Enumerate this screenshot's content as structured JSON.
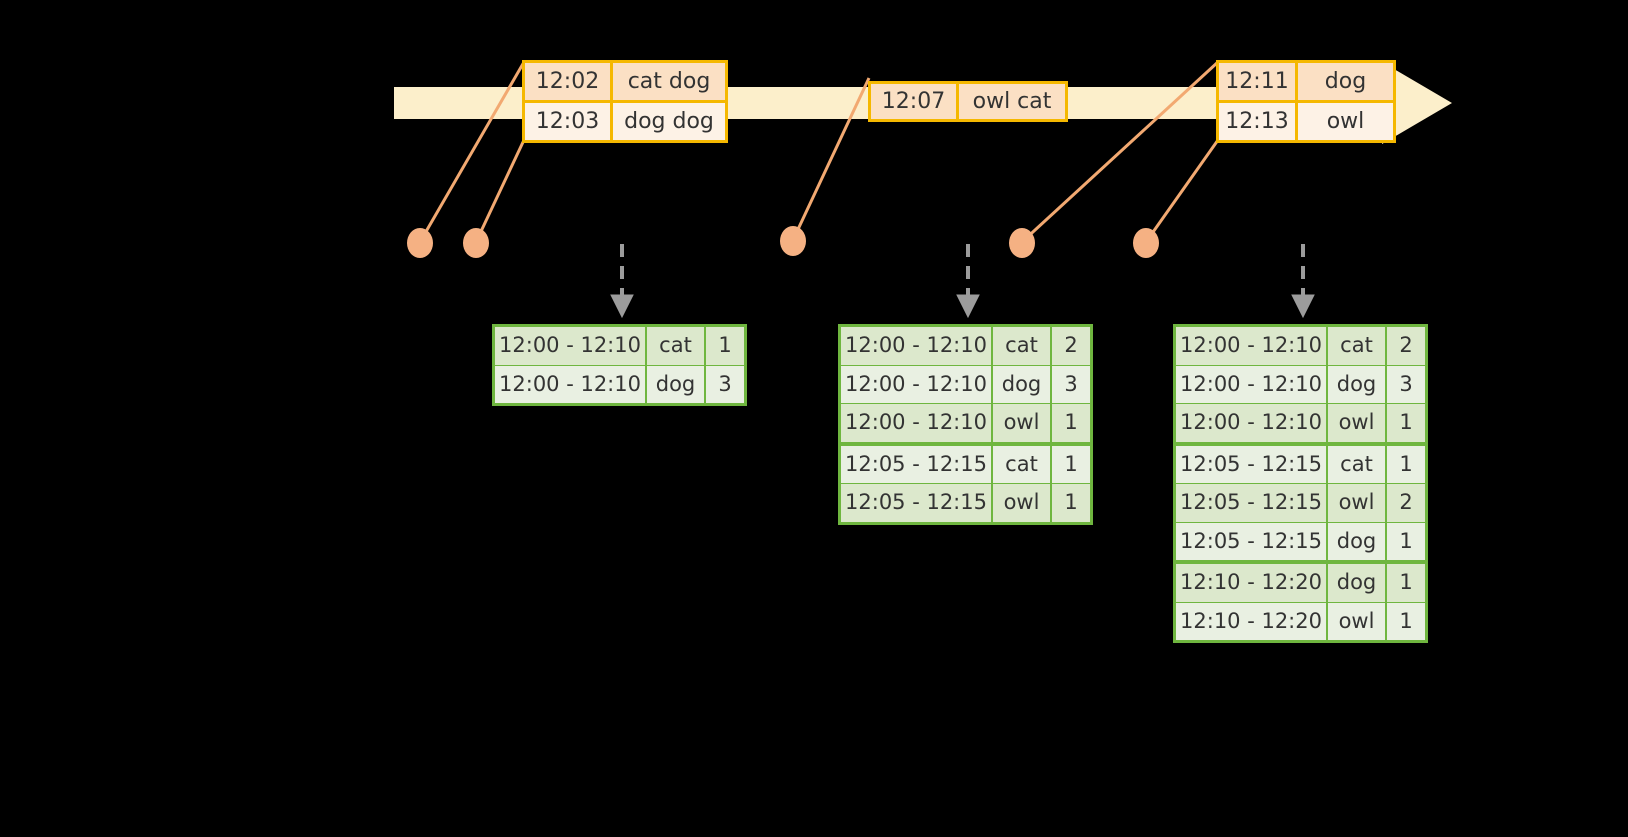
{
  "diagram": {
    "type": "windowed-word-count-timeline",
    "background_color": "#000000",
    "timeline": {
      "name": "event-stream-arrow",
      "color": "#FCEFCB",
      "direction": "right"
    },
    "colors": {
      "event_border": "#F5B800",
      "event_fill_dark": "#FBE0C4",
      "event_fill_light": "#FDF2E6",
      "table_border": "#6FB63F",
      "table_fill_dark": "#DCE8CC",
      "table_fill_light": "#E9F0E2",
      "connector": "#F2A971",
      "marker_dot": "#F5B183",
      "arrow_gray": "#9C9C9C"
    }
  },
  "events": [
    {
      "name": "event-box-1",
      "rows": [
        {
          "time": "12:02",
          "words": "cat dog"
        },
        {
          "time": "12:03",
          "words": "dog dog"
        }
      ]
    },
    {
      "name": "event-box-2",
      "rows": [
        {
          "time": "12:07",
          "words": "owl cat"
        }
      ]
    },
    {
      "name": "event-box-3",
      "rows": [
        {
          "time": "12:11",
          "words": "dog"
        },
        {
          "time": "12:13",
          "words": "owl"
        }
      ]
    }
  ],
  "tables": [
    {
      "name": "result-table-1",
      "rows": [
        {
          "range": "12:00 - 12:10",
          "word": "cat",
          "count": "1",
          "group": 0
        },
        {
          "range": "12:00 - 12:10",
          "word": "dog",
          "count": "3",
          "group": 0
        }
      ]
    },
    {
      "name": "result-table-2",
      "rows": [
        {
          "range": "12:00 - 12:10",
          "word": "cat",
          "count": "2",
          "group": 0
        },
        {
          "range": "12:00 - 12:10",
          "word": "dog",
          "count": "3",
          "group": 0
        },
        {
          "range": "12:00 - 12:10",
          "word": "owl",
          "count": "1",
          "group": 0
        },
        {
          "range": "12:05 - 12:15",
          "word": "cat",
          "count": "1",
          "group": 1
        },
        {
          "range": "12:05 - 12:15",
          "word": "owl",
          "count": "1",
          "group": 1
        }
      ]
    },
    {
      "name": "result-table-3",
      "rows": [
        {
          "range": "12:00 - 12:10",
          "word": "cat",
          "count": "2",
          "group": 0
        },
        {
          "range": "12:00 - 12:10",
          "word": "dog",
          "count": "3",
          "group": 0
        },
        {
          "range": "12:00 - 12:10",
          "word": "owl",
          "count": "1",
          "group": 0
        },
        {
          "range": "12:05 - 12:15",
          "word": "cat",
          "count": "1",
          "group": 1
        },
        {
          "range": "12:05 - 12:15",
          "word": "owl",
          "count": "2",
          "group": 1
        },
        {
          "range": "12:05 - 12:15",
          "word": "dog",
          "count": "1",
          "group": 1
        },
        {
          "range": "12:10 - 12:20",
          "word": "dog",
          "count": "1",
          "group": 2
        },
        {
          "range": "12:10 - 12:20",
          "word": "owl",
          "count": "1",
          "group": 2
        }
      ]
    }
  ]
}
